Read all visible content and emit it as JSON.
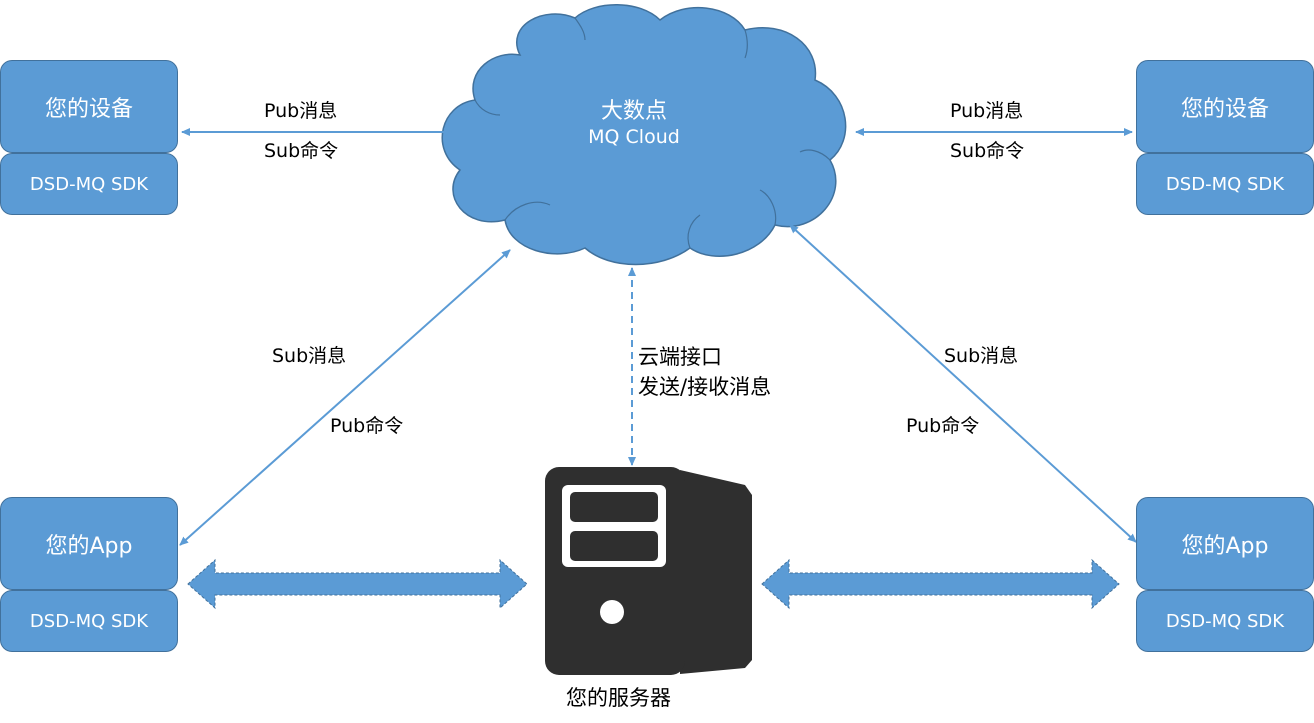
{
  "cloud": {
    "title": "大数点",
    "subtitle": "MQ Cloud"
  },
  "devices": {
    "left": {
      "label": "您的设备",
      "sdk": "DSD-MQ SDK"
    },
    "right": {
      "label": "您的设备",
      "sdk": "DSD-MQ SDK"
    }
  },
  "apps": {
    "left": {
      "label": "您的App",
      "sdk": "DSD-MQ SDK"
    },
    "right": {
      "label": "您的App",
      "sdk": "DSD-MQ SDK"
    }
  },
  "server": {
    "label": "您的服务器"
  },
  "connections": {
    "device_left": {
      "top": "Pub消息",
      "bottom": "Sub命令"
    },
    "device_right": {
      "top": "Pub消息",
      "bottom": "Sub命令"
    },
    "app_left": {
      "top": "Sub消息",
      "bottom": "Pub命令"
    },
    "app_right": {
      "top": "Sub消息",
      "bottom": "Pub命令"
    },
    "server_cloud": {
      "line1": "云端接口",
      "line2": "发送/接收消息"
    }
  },
  "colors": {
    "box_fill": "#5b9bd5",
    "box_border": "#41719c",
    "server": "#2f2f2f",
    "arrow": "#5b9bd5"
  }
}
